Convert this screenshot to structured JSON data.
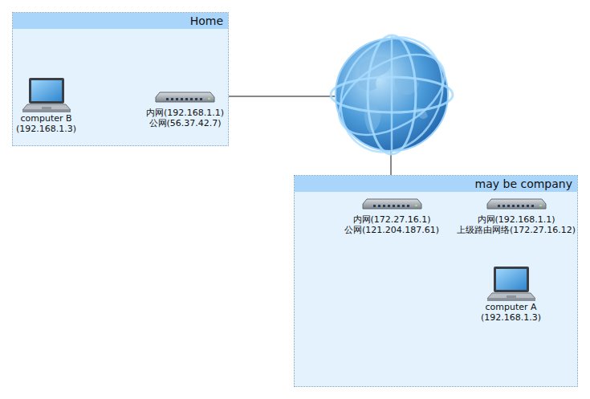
{
  "diagram": {
    "nodes": [
      {
        "text": [
          "Home"
        ]
      },
      {
        "text": [
          "computer B",
          "(192.168.1.3)"
        ],
        "in": 0
      },
      {
        "text": [
          "内网(192.168.1.1)",
          "公网(56.37.42.7)"
        ],
        "in": 0
      },
      {
        "text": [
          "may be company"
        ]
      },
      {
        "text": [
          "内网(172.27.16.1)",
          "公网(121.204.187.61)"
        ],
        "in": 3
      },
      {
        "text": [
          "内网(192.168.1.1)",
          "上级路由网络(172.27.16.12)"
        ],
        "in": 3
      },
      {
        "text": [
          "computer A",
          "(192.168.1.3)"
        ],
        "in": 3
      }
    ],
    "edges": [
      {
        "from": 1,
        "to": 2,
        "arrow": "none"
      },
      {
        "from": 4,
        "to": 5,
        "arrow": "none"
      },
      {
        "from": 5,
        "to": 6,
        "arrow": "none"
      }
    ]
  }
}
